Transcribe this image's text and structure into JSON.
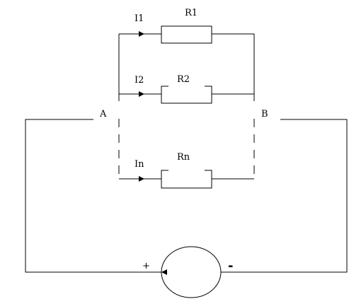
{
  "diagram": {
    "branches": [
      {
        "current": "I1",
        "resistor": "R1"
      },
      {
        "current": "I2",
        "resistor": "R2"
      },
      {
        "current": "In",
        "resistor": "Rn"
      }
    ],
    "nodes": {
      "left": "A",
      "right": "B"
    },
    "source": {
      "positive": "+",
      "negative": "-"
    }
  }
}
